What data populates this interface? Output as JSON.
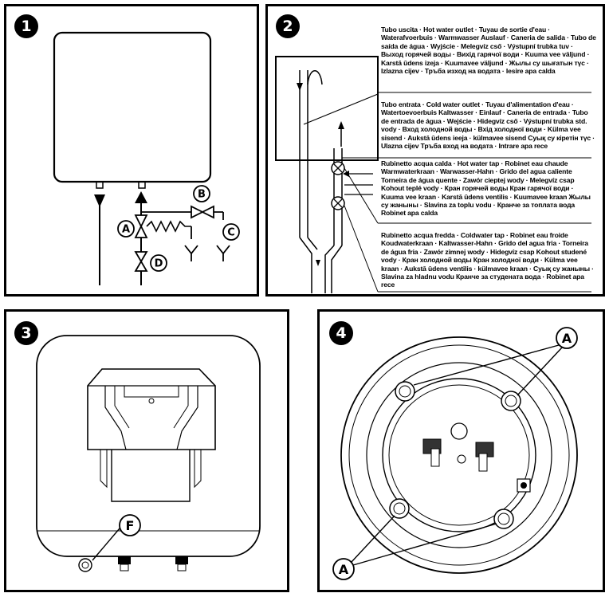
{
  "panels": {
    "p1": {
      "number": "1"
    },
    "p2": {
      "number": "2"
    },
    "p3": {
      "number": "3"
    },
    "p4": {
      "number": "4"
    }
  },
  "labels": {
    "a": "A",
    "b": "B",
    "c": "C",
    "d": "D",
    "f": "F"
  },
  "texts": {
    "hot_outlet": "Tubo uscita · Hot water outlet · Tuyau de sortie d'eau · Waterafvoerbuis · Warmwasser Auslauf · Caneria de salida · Tubo de saída de água · Wyjście · Melegvíz cső · Výstupní trubka tuv · Выход горячей воды · Вихід гарячої води · Kuuma vee väljund · Karstā ūdens izeja · Kuumavee väljund · Жылы су шығатын түс · Izlazna cijev · Тръба изход на водата · Iesire apa calda",
    "cold_inlet": "Tubo entrata · Cold water outlet · Tuyau d'alimentation d'eau · Watertoevoerbuis Kaltwasser · Einlauf · Caneria de entrada · Tubo de entrada de água · Wejście · Hidegvíz cső · Výstupní trubka std. vody · Вход холодной воды · Вхід холодної води · Külma vee sisend · Aukstā ūdens ieeja · külmavee sisend Суық су кіретін түс · Ulazna cijev Тръба вход на водата · Intrare apa rece",
    "hot_tap": "Rubinetto acqua calda · Hot water tap · Robinet eau chaude Warmwaterkraan · Warwasser-Hahn · Grido del agua caliente Torneira de água quente · Zawór cieptej wody · Melegvíz csap Kohout teplé vody · Кран горячей воды Кран гарячої води · Kuuma vee kraan · Karstā ūdens ventilis · Kuumavee kraan Жылы су жаныны · Slavina za toplu vodu · Кранче за топлата вода Robinet apa calda",
    "cold_tap": "Rubinetto acqua fredda · Coldwater tap · Robinet eau froide Koudwaterkraan · Kaltwasser-Hahn · Grido del agua fria · Torneira de água fria · Zawór zimnej wody · Hidegvíz csap Kohout studené vody · Кран холодной воды Кран холодної води · Külma vee kraan · Aukstā ūdens ventilis · külmavee kraan · Суық су жаныны · Slavina za hladnu vodu Кранче за студената вода · Robinet apa rece"
  }
}
